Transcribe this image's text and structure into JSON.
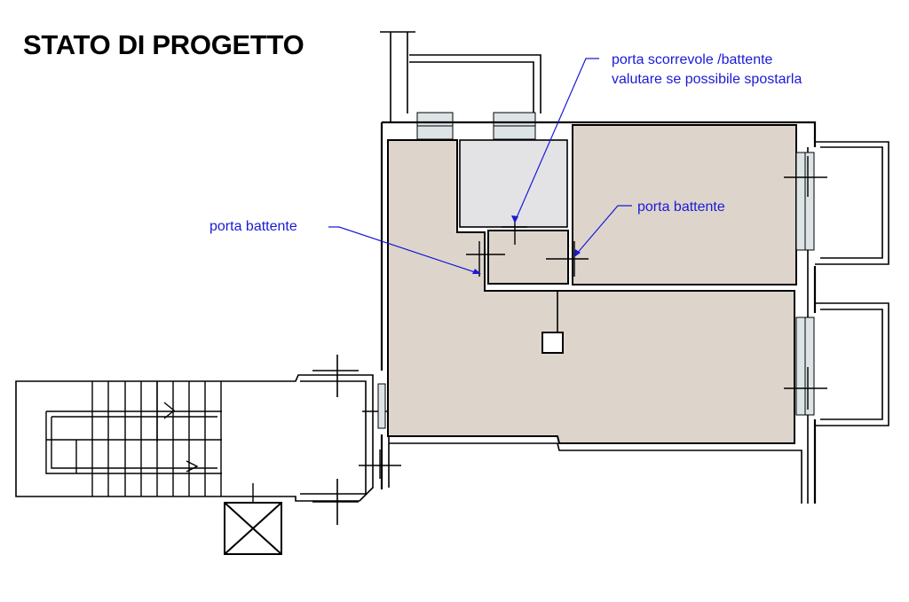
{
  "title": "STATO DI PROGETTO",
  "annotations": {
    "sliding_door_line1": "porta scorrevole /battente",
    "sliding_door_line2": "valutare se possibile spostarla",
    "hinged_door_right": "porta battente",
    "hinged_door_left": "porta battente"
  },
  "colors": {
    "annotation": "#1a1ad6",
    "room_fill": "#ddd5cc",
    "bathroom_fill": "#e3e3e6",
    "window_fill": "#dde4e6",
    "wall": "#000000"
  }
}
